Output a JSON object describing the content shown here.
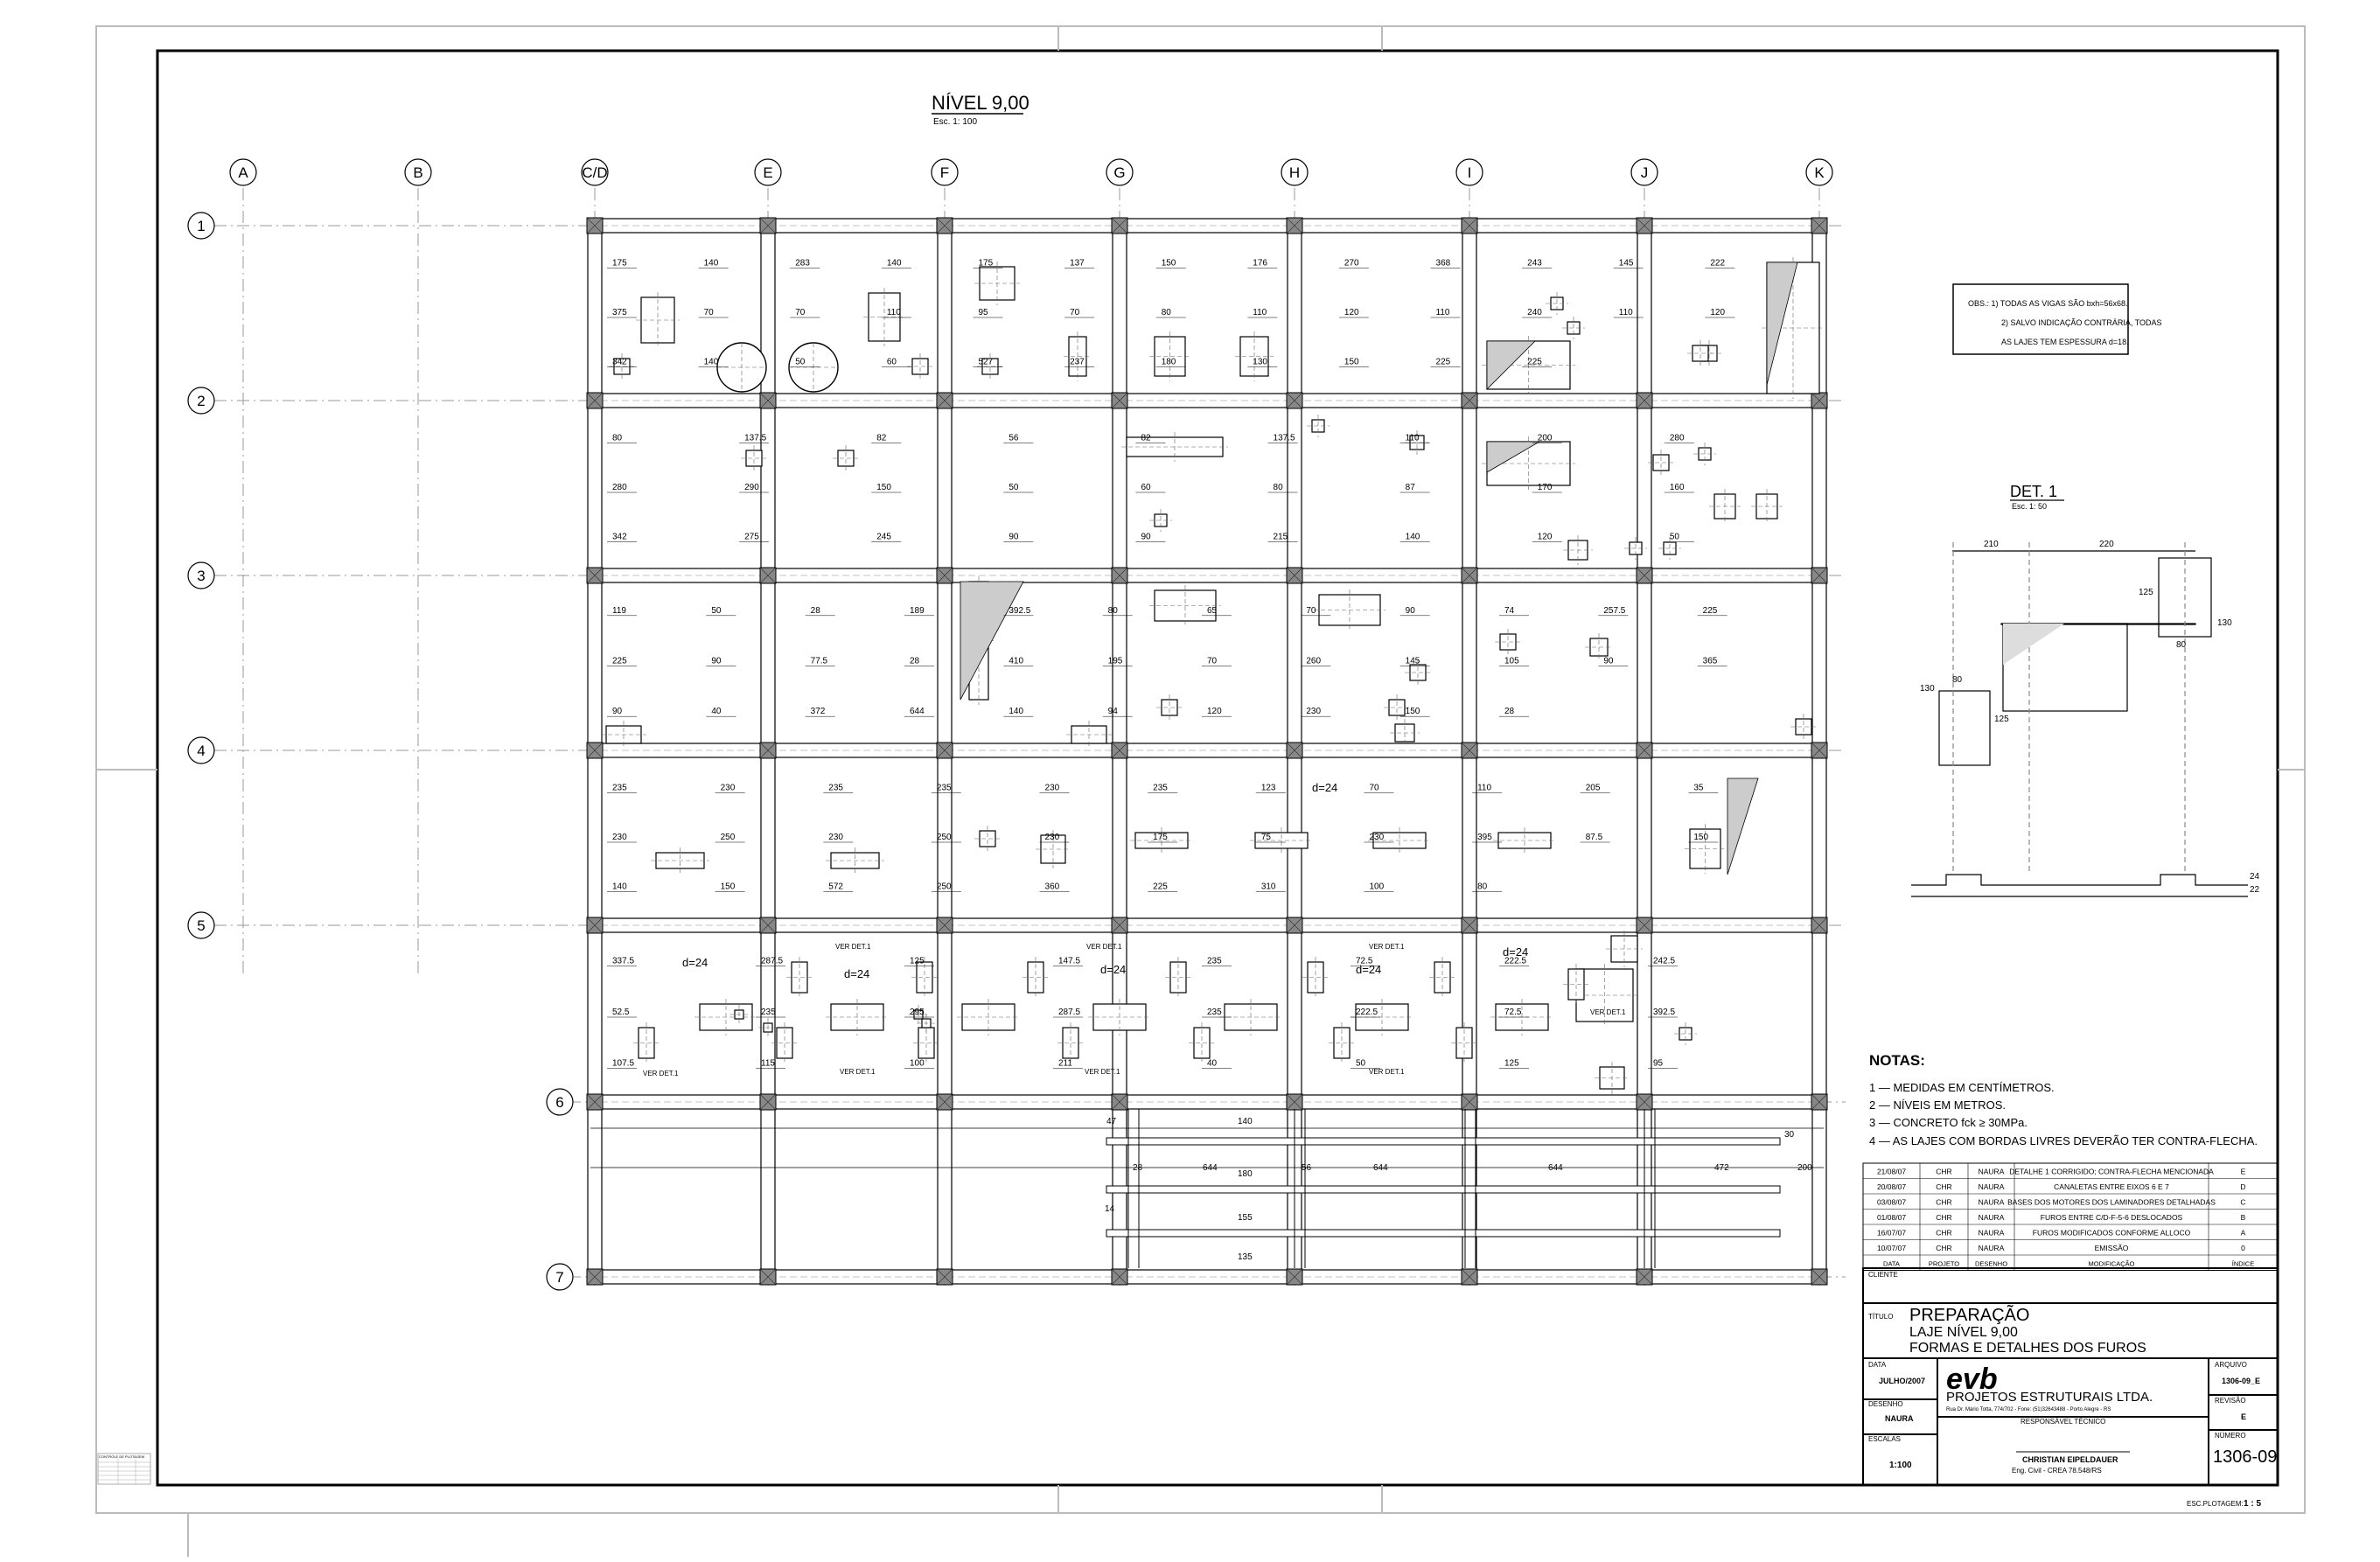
{
  "plan": {
    "title": "NÍVEL 9,00",
    "scale": "Esc. 1: 100",
    "axes_x": [
      "A",
      "B",
      "C/D",
      "E",
      "F",
      "G",
      "H",
      "I",
      "J",
      "K"
    ],
    "axes_y": [
      "1",
      "2",
      "3",
      "4",
      "5",
      "6",
      "7"
    ]
  },
  "slab_labels": [
    "d=24",
    "d=24",
    "d=24",
    "d=24",
    "d=24",
    "d=24"
  ],
  "ver_det_label": "VER DET.1",
  "dimensions": {
    "row1": [
      "175",
      "140",
      "283",
      "140",
      "175",
      "137",
      "150",
      "176",
      "270",
      "368",
      "243",
      "145",
      "222",
      "375",
      "70",
      "70",
      "110",
      "95",
      "70",
      "80",
      "110",
      "120",
      "110",
      "240",
      "110",
      "120",
      "342",
      "140",
      "50",
      "60",
      "527",
      "237",
      "180",
      "130",
      "150",
      "225",
      "225"
    ],
    "row2": [
      "80",
      "137.5",
      "82",
      "56",
      "82",
      "137.5",
      "110",
      "200",
      "280",
      "280",
      "290",
      "150",
      "50",
      "60",
      "80",
      "87",
      "170",
      "160",
      "342",
      "275",
      "245",
      "90",
      "90",
      "215",
      "140",
      "120",
      "50"
    ],
    "row3": [
      "119",
      "50",
      "28",
      "189",
      "392.5",
      "80",
      "65",
      "70",
      "90",
      "74",
      "257.5",
      "225",
      "225",
      "90",
      "77.5",
      "28",
      "410",
      "195",
      "70",
      "260",
      "145",
      "105",
      "90",
      "365",
      "90",
      "40",
      "372",
      "644",
      "140",
      "94",
      "120",
      "230",
      "150",
      "28"
    ],
    "row4": [
      "235",
      "230",
      "235",
      "235",
      "230",
      "235",
      "123",
      "70",
      "110",
      "205",
      "35",
      "230",
      "250",
      "230",
      "250",
      "230",
      "175",
      "75",
      "230",
      "395",
      "87.5",
      "150",
      "140",
      "150",
      "572",
      "250",
      "360",
      "225",
      "310",
      "100",
      "80"
    ],
    "row5": [
      "337.5",
      "287.5",
      "125",
      "147.5",
      "235",
      "72.5",
      "222.5",
      "242.5",
      "52.5",
      "235",
      "295",
      "287.5",
      "235",
      "222.5",
      "72.5",
      "392.5",
      "107.5",
      "115",
      "100",
      "211",
      "40",
      "50",
      "125",
      "95"
    ],
    "row6": [
      "644",
      "644",
      "644",
      "472",
      "200",
      "140",
      "180",
      "155",
      "135",
      "30",
      "56",
      "28",
      "47",
      "14"
    ]
  },
  "notes_box": {
    "line1": "OBS.: 1) TODAS AS VIGAS SÃO bxh=56x68.",
    "line2": "2) SALVO INDICAÇÃO CONTRÁRIA, TODAS",
    "line3": "AS LAJES TEM ESPESSURA d=18."
  },
  "detail": {
    "title": "DET. 1",
    "scale": "Esc. 1: 50",
    "dims": [
      "210",
      "220",
      "125",
      "130",
      "80",
      "130",
      "80",
      "125",
      "24",
      "22"
    ]
  },
  "notes": {
    "heading": "NOTAS:",
    "items": [
      "1 — MEDIDAS EM CENTÍMETROS.",
      "2 — NÍVEIS EM METROS.",
      "3 — CONCRETO fck ≥ 30MPa.",
      "4 — AS LAJES COM BORDAS LIVRES DEVERÃO TER CONTRA-FLECHA."
    ]
  },
  "revisions": {
    "rows": [
      [
        "21/08/07",
        "CHR",
        "NAURA",
        "DETALHE 1 CORRIGIDO; CONTRA-FLECHA MENCIONADA",
        "E"
      ],
      [
        "20/08/07",
        "CHR",
        "NAURA",
        "CANALETAS ENTRE EIXOS 6 E 7",
        "D"
      ],
      [
        "03/08/07",
        "CHR",
        "NAURA",
        "BASES DOS MOTORES DOS LAMINADORES DETALHADAS",
        "C"
      ],
      [
        "01/08/07",
        "CHR",
        "NAURA",
        "FUROS ENTRE C/D-F-5-6 DESLOCADOS",
        "B"
      ],
      [
        "16/07/07",
        "CHR",
        "NAURA",
        "FUROS MODIFICADOS CONFORME ALLOCO",
        "A"
      ],
      [
        "10/07/07",
        "CHR",
        "NAURA",
        "EMISSÃO",
        "0"
      ]
    ],
    "headers": [
      "DATA",
      "PROJETO",
      "DESENHO",
      "MODIFICAÇÃO",
      "ÍNDICE"
    ]
  },
  "title_block": {
    "client_label": "CLIENTE",
    "title_label": "TÍTULO",
    "title_main": "PREPARAÇÃO",
    "title_line2": "LAJE NÍVEL 9,00",
    "title_line3": "FORMAS E DETALHES DOS FUROS",
    "date_label": "DATA",
    "date_value": "JULHO/2007",
    "drawer_label": "DESENHO",
    "drawer_value": "NAURA",
    "scales_label": "ESCALAS",
    "scales_value": "1:100",
    "logo": "evb",
    "company": "PROJETOS ESTRUTURAIS LTDA.",
    "company_address": "Rua Dr. Mário Totta, 774/702 - Fone: (51)32643488 - Porto Alegre - RS",
    "resp_label": "RESPONSÁVEL TÉCNICO",
    "engineer": "CHRISTIAN EIPELDAUER",
    "engineer_reg": "Eng. Civil - CREA 78.548/RS",
    "archive_label": "ARQUIVO",
    "archive_value": "1306-09_E",
    "revision_label": "REVISÃO",
    "revision_value": "E",
    "number_label": "NÚMERO",
    "number_value": "1306-09"
  },
  "plot_scale": {
    "label": "ESC.PLOTAGEM:",
    "value": "1 : 5"
  },
  "stamp": {
    "title": "CONTROLE DE PLOTAGEM"
  }
}
